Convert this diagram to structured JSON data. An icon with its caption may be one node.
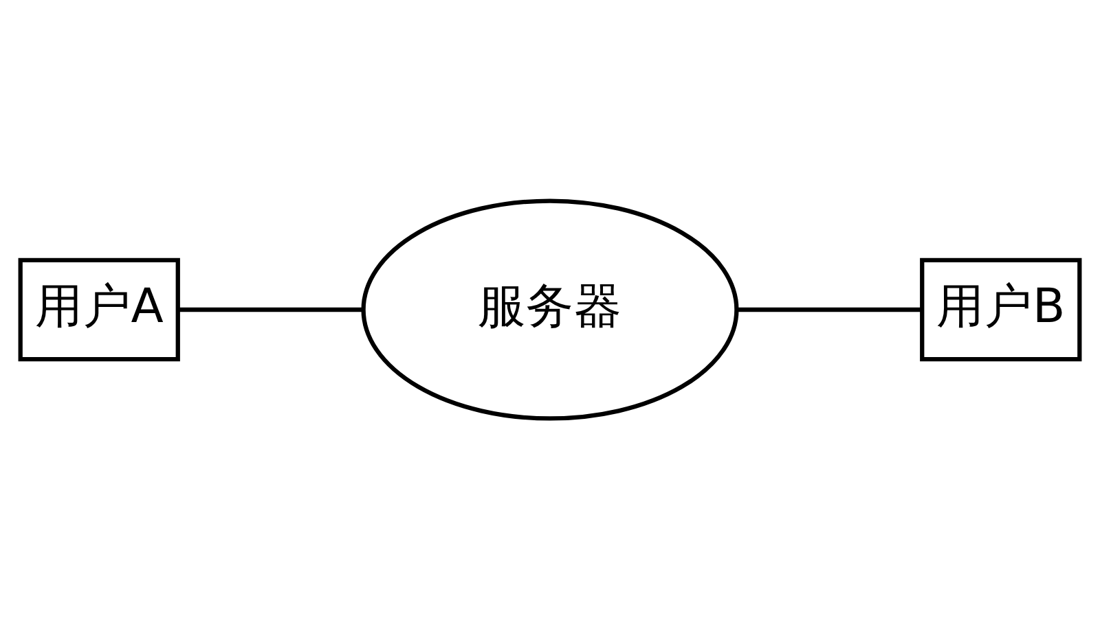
{
  "diagram": {
    "nodes": [
      {
        "text": [
          "用户A"
        ]
      },
      {
        "text": [
          "服务器"
        ]
      },
      {
        "text": [
          "用户B"
        ]
      }
    ],
    "edges": [
      {
        "from": 0,
        "to": 1,
        "arrow": "none"
      },
      {
        "from": 1,
        "to": 2,
        "arrow": "none"
      }
    ]
  }
}
